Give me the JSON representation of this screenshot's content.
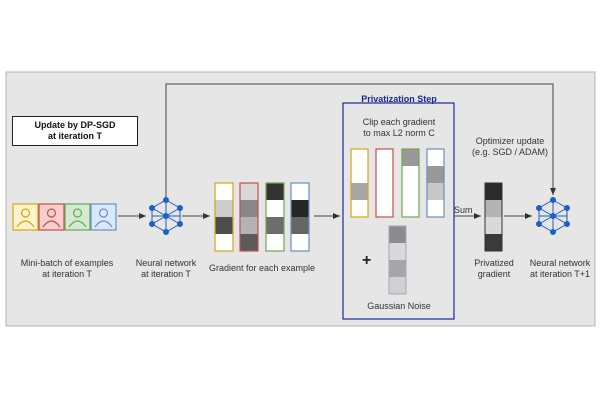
{
  "title_box": {
    "line1": "Update by DP-SGD",
    "line2": "at iteration T"
  },
  "privatization": {
    "title": "Privatization Step",
    "clip_line1": "Clip each gradient",
    "clip_line2": "to max L2 norm C",
    "noise_label": "Gaussian Noise",
    "plus": "+"
  },
  "minibatch": {
    "line1": "Mini-batch of examples",
    "line2": "at iteration T"
  },
  "nn_left": {
    "line1": "Neural network",
    "line2": "at iteration T"
  },
  "gradients": {
    "label": "Gradient for each example"
  },
  "sum_label": "Sum",
  "privatized": {
    "line1": "Privatized",
    "line2": "gradient"
  },
  "optimizer": {
    "line1": "Optimizer update",
    "line2": "(e.g. SGD / ADAM)"
  },
  "nn_right": {
    "line1": "Neural network",
    "line2": "at iteration T+1"
  },
  "colors": {
    "panel_bg": "#e6e6e6",
    "panel_border": "#b3b3b3",
    "privatization_border": "#1a2a8c",
    "network_blue": "#1f5fc6",
    "yellow": "#d6a514",
    "red": "#c0504d",
    "green": "#6aa84f",
    "blue": "#6c8ebf",
    "yellow_fill": "#fff2cc",
    "red_fill": "#f8cecc",
    "green_fill": "#d5e8d4",
    "blue_fill": "#dae8fc"
  },
  "icons": [
    "user-icon",
    "neural-network-icon"
  ]
}
